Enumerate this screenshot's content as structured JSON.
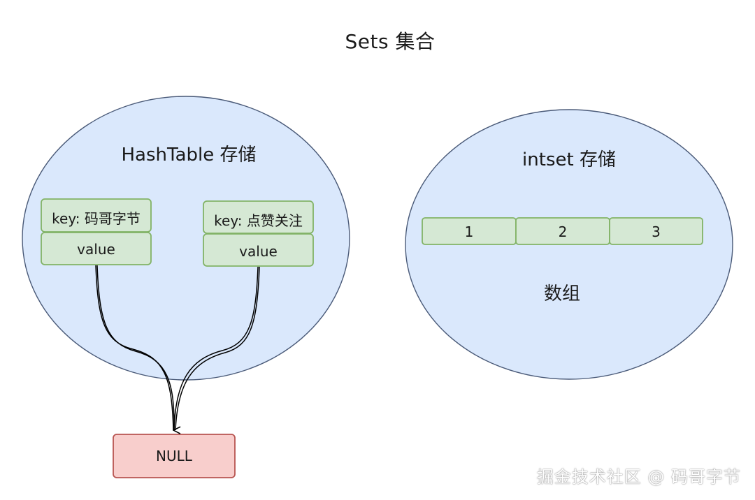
{
  "title": "Sets 集合",
  "hashtable": {
    "label": "HashTable 存储",
    "entries": [
      {
        "key": "key: 码哥字节",
        "value": "value"
      },
      {
        "key": "key: 点赞关注",
        "value": "value"
      }
    ],
    "null_label": "NULL"
  },
  "intset": {
    "label": "intset 存储",
    "cells": [
      "1",
      "2",
      "3"
    ],
    "caption": "数组"
  },
  "watermark": "掘金技术社区 @ 码哥字节",
  "colors": {
    "ellipse_fill": "#dae8fc",
    "ellipse_stroke": "#4a5a78",
    "box_fill": "#d5e8d4",
    "box_stroke": "#82b366",
    "null_fill": "#f8cecc",
    "null_stroke": "#b85450",
    "arrow": "#000000"
  }
}
